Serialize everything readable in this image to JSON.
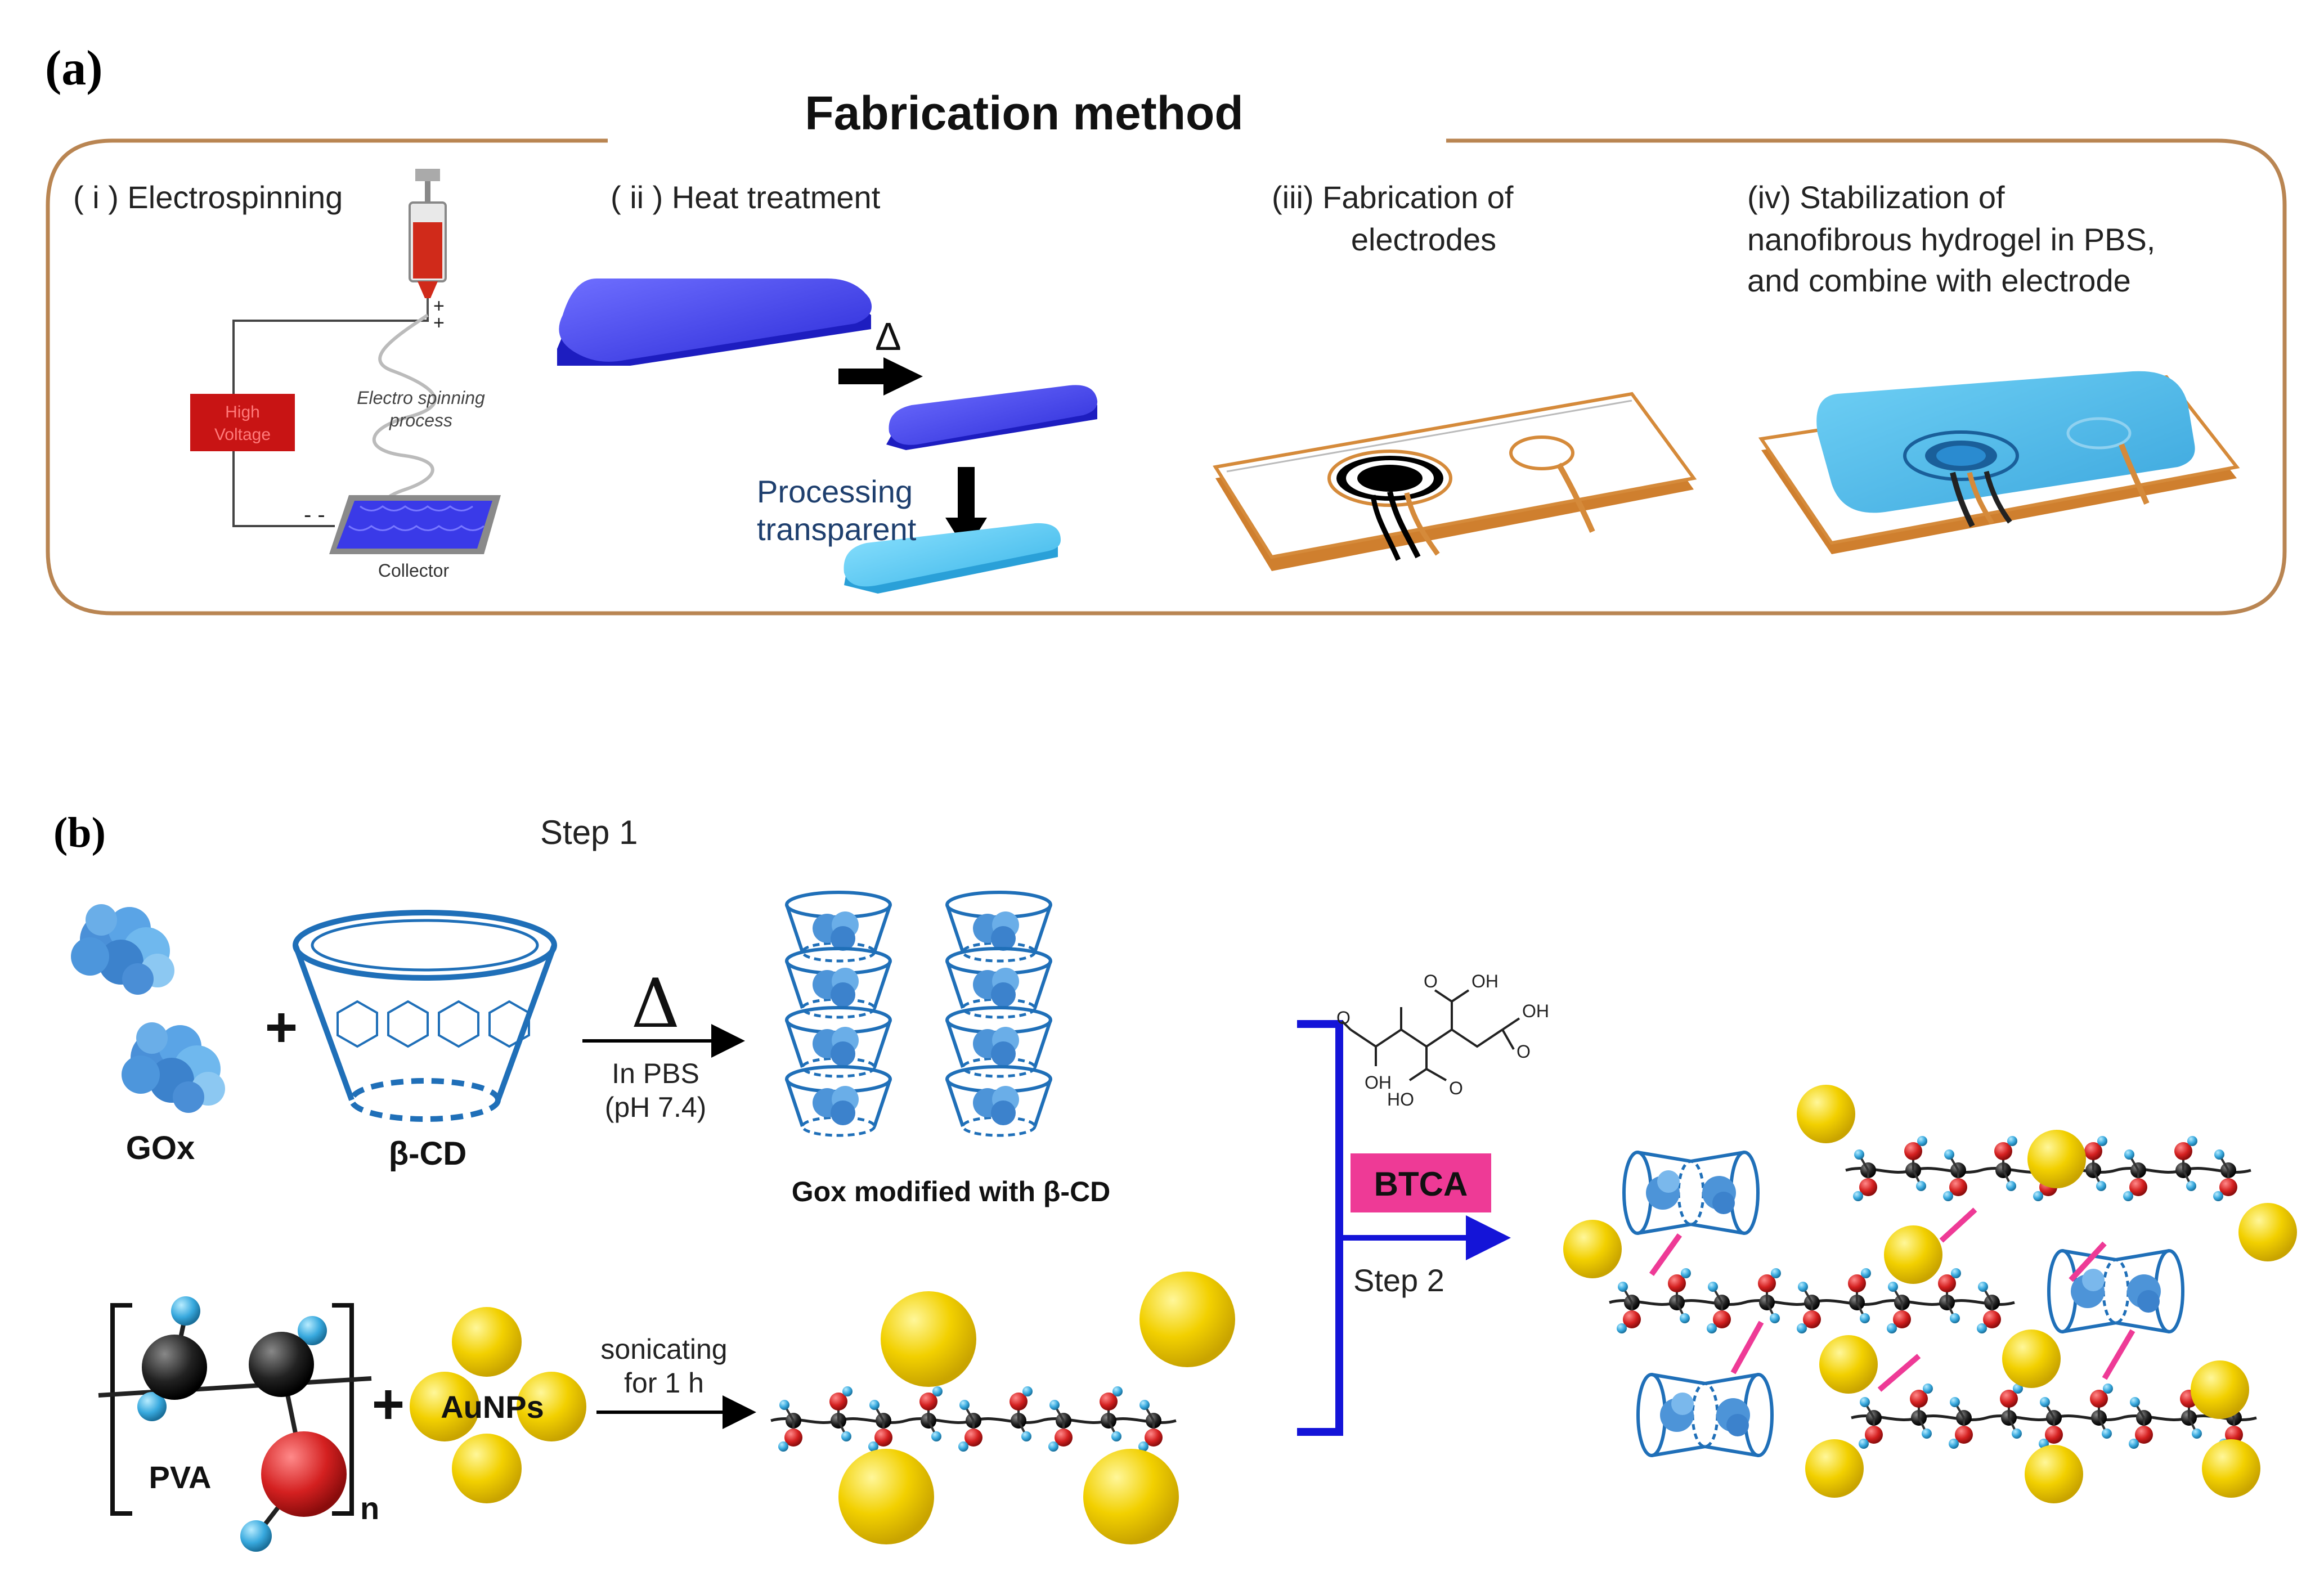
{
  "panel_a": {
    "label": "(a)",
    "title": "Fabrication method",
    "step1": "( i ) Electrospinning",
    "high_voltage_line1": "High",
    "high_voltage_line2": "Voltage",
    "espin_line1": "Electro spinning",
    "espin_line2": "process",
    "plus_sign": "+",
    "minus_signs": "- -",
    "collector": "Collector",
    "step2": "( ii ) Heat treatment",
    "delta": "Δ",
    "processing_line1": "Processing",
    "processing_line2": "transparent",
    "step3_line1": "(iii) Fabrication of",
    "step3_line2": "electrodes",
    "step4_line1": "(iv) Stabilization of",
    "step4_line2": "nanofibrous hydrogel in PBS,",
    "step4_line3": "and combine with electrode"
  },
  "panel_b": {
    "label": "(b)",
    "step1": "Step 1",
    "gox": "GOx",
    "plus": "+",
    "bcd": "β-CD",
    "delta": "Δ",
    "in_pbs": "In PBS",
    "ph": "(pH 7.4)",
    "gox_modified": "Gox modified with β-CD",
    "pva": "PVA",
    "n_sub": "n",
    "aunps": "AuNPs",
    "sonic_line1": "sonicating",
    "sonic_line2": "for 1 h",
    "btca": "BTCA",
    "step2": "Step 2",
    "oh": "OH",
    "ho": "HO",
    "o": "O"
  },
  "colors": {
    "frame": "#b98552",
    "blue_layer": "#3d3df0",
    "light_layer": "#4ec1ee",
    "electrode_base": "#d58a3a",
    "bracket_blue": "#1414d8",
    "btca_pink": "#ee3a96",
    "gold": "#f2d000",
    "oxygen_red": "#d42020",
    "hydrogen_cyan": "#38a9de",
    "high_voltage_red": "#c81414"
  }
}
